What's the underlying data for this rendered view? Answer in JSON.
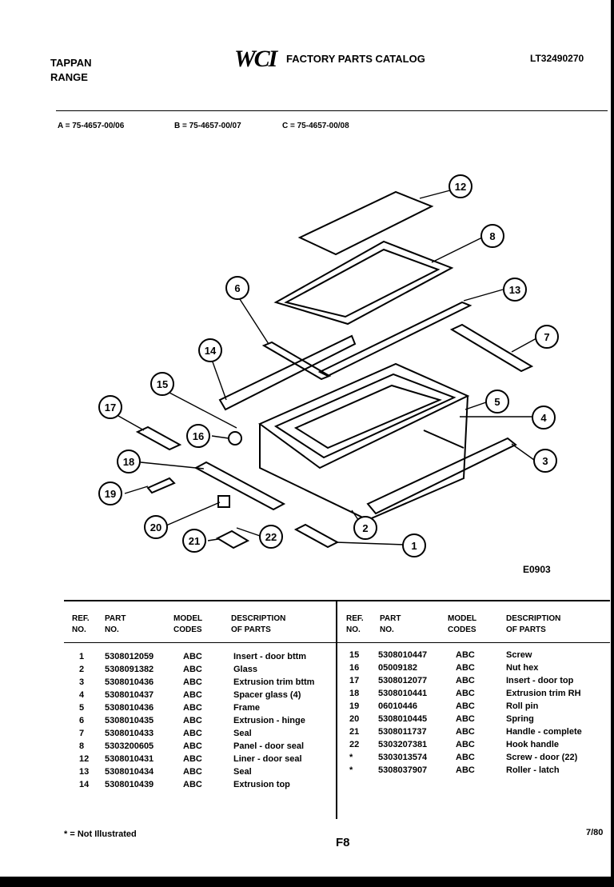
{
  "header": {
    "brand_line1": "TAPPAN",
    "brand_line2": "RANGE",
    "logo": "WCI",
    "catalog_title": "FACTORY PARTS CATALOG",
    "model_number": "LT32490270"
  },
  "variants": [
    {
      "text": "A = 75-4657-00/06"
    },
    {
      "text": "B = 75-4657-00/07"
    },
    {
      "text": "C = 75-4657-00/08"
    }
  ],
  "diagram": {
    "callouts": [
      "12",
      "8",
      "13",
      "7",
      "6",
      "14",
      "15",
      "5",
      "4",
      "17",
      "16",
      "3",
      "18",
      "19",
      "2",
      "20",
      "21",
      "22",
      "1"
    ],
    "drawing_code": "E0903"
  },
  "table": {
    "headers": {
      "ref": "REF.",
      "ref2": "NO.",
      "part": "PART",
      "part2": "NO.",
      "model": "MODEL",
      "model2": "CODES",
      "desc": "DESCRIPTION",
      "desc2": "OF PARTS"
    },
    "left_rows": [
      {
        "ref": "1",
        "part": "5308012059",
        "codes": "ABC",
        "desc": "Insert - door bttm"
      },
      {
        "ref": "2",
        "part": "5308091382",
        "codes": "ABC",
        "desc": "Glass"
      },
      {
        "ref": "3",
        "part": "5308010436",
        "codes": "ABC",
        "desc": "Extrusion trim bttm"
      },
      {
        "ref": "4",
        "part": "5308010437",
        "codes": "ABC",
        "desc": "Spacer glass (4)"
      },
      {
        "ref": "5",
        "part": "5308010436",
        "codes": "ABC",
        "desc": "Frame"
      },
      {
        "ref": "6",
        "part": "5308010435",
        "codes": "ABC",
        "desc": "Extrusion - hinge"
      },
      {
        "ref": "7",
        "part": "5308010433",
        "codes": "ABC",
        "desc": "Seal"
      },
      {
        "ref": "8",
        "part": "5303200605",
        "codes": "ABC",
        "desc": "Panel - door seal"
      },
      {
        "ref": "12",
        "part": "5308010431",
        "codes": "ABC",
        "desc": "Liner - door seal"
      },
      {
        "ref": "13",
        "part": "5308010434",
        "codes": "ABC",
        "desc": "Seal"
      },
      {
        "ref": "14",
        "part": "5308010439",
        "codes": "ABC",
        "desc": "Extrusion top"
      }
    ],
    "right_rows": [
      {
        "ref": "15",
        "part": "5308010447",
        "codes": "ABC",
        "desc": "Screw"
      },
      {
        "ref": "16",
        "part": "05009182",
        "codes": "ABC",
        "desc": "Nut hex"
      },
      {
        "ref": "17",
        "part": "5308012077",
        "codes": "ABC",
        "desc": "Insert - door top"
      },
      {
        "ref": "18",
        "part": "5308010441",
        "codes": "ABC",
        "desc": "Extrusion trim RH"
      },
      {
        "ref": "19",
        "part": "06010446",
        "codes": "ABC",
        "desc": "Roll pin"
      },
      {
        "ref": "20",
        "part": "5308010445",
        "codes": "ABC",
        "desc": "Spring"
      },
      {
        "ref": "21",
        "part": "5308011737",
        "codes": "ABC",
        "desc": "Handle - complete"
      },
      {
        "ref": "22",
        "part": "5303207381",
        "codes": "ABC",
        "desc": "Hook handle"
      },
      {
        "ref": "*",
        "part": "5303013574",
        "codes": "ABC",
        "desc": "Screw - door (22)"
      },
      {
        "ref": "*",
        "part": "5308037907",
        "codes": "ABC",
        "desc": "Roller - latch"
      }
    ]
  },
  "footer": {
    "note": "* = Not Illustrated",
    "page": "F8",
    "date": "7/80"
  }
}
